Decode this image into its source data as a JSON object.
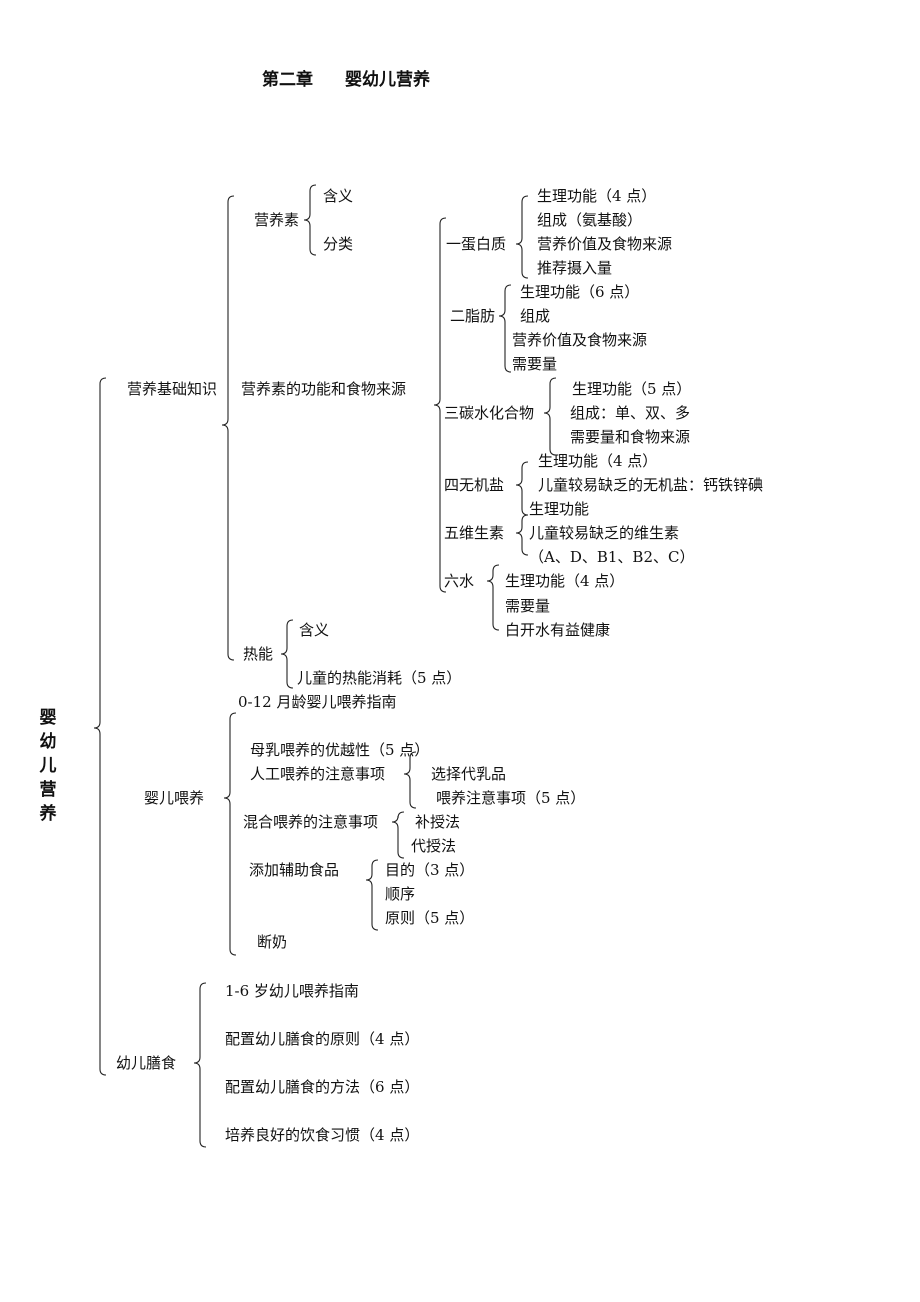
{
  "title": {
    "chapter": "第二章",
    "name": "婴幼儿营养"
  },
  "root": "婴幼儿营养",
  "basics": {
    "label": "营养基础知识",
    "nutrients": {
      "label": "营养素",
      "children": [
        "含义",
        "分类"
      ]
    },
    "functions": {
      "label": "营养素的功能和食物来源",
      "protein": {
        "label": "一蛋白质",
        "children": [
          "生理功能（4 点）",
          "组成（氨基酸）",
          "营养价值及食物来源",
          "推荐摄入量"
        ]
      },
      "fat": {
        "label": "二脂肪",
        "children": [
          "生理功能（6 点）",
          "组成",
          "营养价值及食物来源",
          "需要量"
        ]
      },
      "carbs": {
        "label": "三碳水化合物",
        "children": [
          "生理功能（5 点）",
          "组成：单、双、多",
          "需要量和食物来源"
        ]
      },
      "minerals": {
        "label": "四无机盐",
        "children": [
          "生理功能（4 点）",
          "儿童较易缺乏的无机盐：钙铁锌碘"
        ]
      },
      "vitamins": {
        "label": "五维生素",
        "children": [
          "生理功能",
          "儿童较易缺乏的维生素",
          "（A、D、B1、B2、C）"
        ]
      },
      "water": {
        "label": "六水",
        "children": [
          "生理功能（4 点）",
          "需要量",
          "白开水有益健康"
        ]
      }
    },
    "energy": {
      "label": "热能",
      "children": [
        "含义",
        "儿童的热能消耗（5 点）"
      ]
    }
  },
  "infant": {
    "label": "婴儿喂养",
    "guide": "0-12 月龄婴儿喂养指南",
    "breast": "母乳喂养的优越性（5 点）",
    "artificial": {
      "label": "人工喂养的注意事项",
      "children": [
        "选择代乳品",
        "喂养注意事项（5 点）"
      ]
    },
    "mixed": {
      "label": "混合喂养的注意事项",
      "children": [
        "补授法",
        "代授法"
      ]
    },
    "supplement": {
      "label": "添加辅助食品",
      "children": [
        "目的（3 点）",
        "顺序",
        "原则（5 点）"
      ]
    },
    "weaning": "断奶"
  },
  "toddler": {
    "label": "幼儿膳食",
    "children": [
      "1-6 岁幼儿喂养指南",
      "配置幼儿膳食的原则（4 点）",
      "配置幼儿膳食的方法（6 点）",
      "培养良好的饮食习惯（4 点）"
    ]
  }
}
